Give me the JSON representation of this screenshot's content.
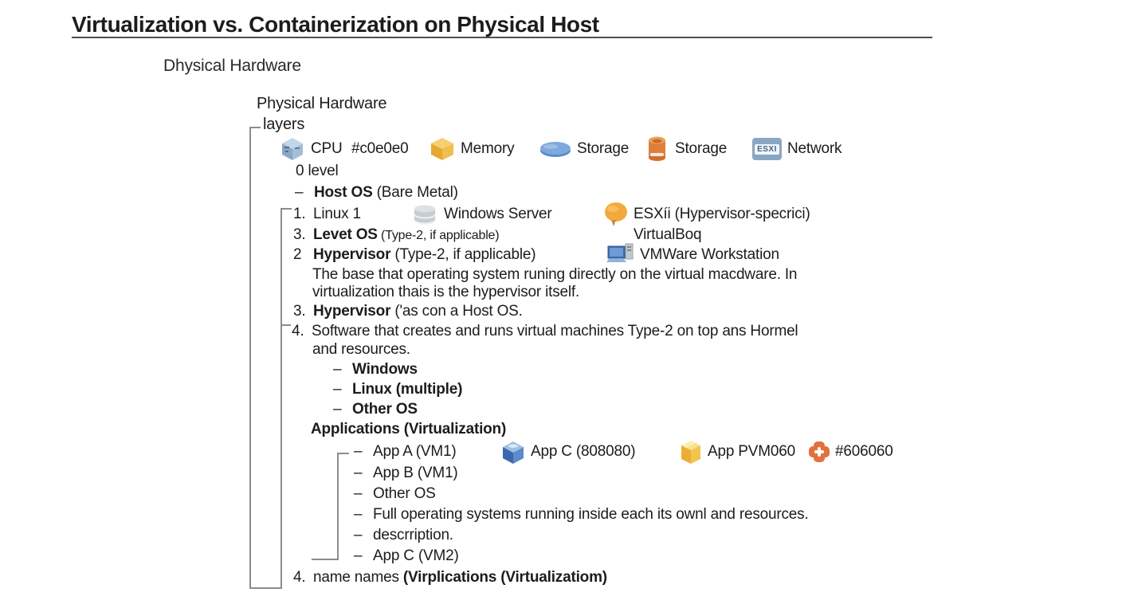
{
  "page": {
    "title": "Virtualization vs. Containerization on Physical Host",
    "subtitle": "Dhysical Hardware"
  },
  "diagram": {
    "header": {
      "line1": "Physical Hardware",
      "line2": "layers"
    },
    "hardware_row": {
      "cpu_label": "CPU",
      "cpu_hex": "#c0e0e0",
      "memory_label": "Memory",
      "storage1_label": "Storage",
      "storage2_label": "Storage",
      "esxi_badge": "ESXI",
      "network_label": "Network"
    },
    "level0": "0 level",
    "host_os": {
      "dash": "–",
      "bold": "Host OS",
      "rest": " (Bare Metal)"
    },
    "linux_row": {
      "num": "1.",
      "text": "Linux 1",
      "windows_server": "Windows Server",
      "esxi": "ESXíi (Hypervisor-specrici)"
    },
    "level_os_row": {
      "num": "3.",
      "bold": "Levet OS",
      "small": " (Type-2, if applicable)",
      "right": "VirtualBoq"
    },
    "hypervisor2_row": {
      "num": "2",
      "bold": "Hypervisor",
      "rest": " (Type-2, if applicable)",
      "right": "VMWare Workstation"
    },
    "paragraph": {
      "line1": "The base that operating system runing directly on the virtual macdware. In",
      "line2": "virtualization thais is the hypervisor itself."
    },
    "hypervisor3": {
      "num": "3.",
      "bold": "Hypervisor",
      "rest": " ('as con a Host OS."
    },
    "software": {
      "num": "4.",
      "line1": "Software that creates and runs virtual machines Type-2 on top ans Hormel",
      "line2": "and resources."
    },
    "os_list": [
      {
        "dash": "–",
        "label": "Windows"
      },
      {
        "dash": "–",
        "label": "Linux (multiple)"
      },
      {
        "dash": "–",
        "label": "Other OS"
      }
    ],
    "applications_heading": "Applications (Virtualization)",
    "app_row": {
      "dash": "–",
      "text": "App A (VM1)",
      "app_c": "App C (808080)",
      "app_pvm": "App PVM060",
      "hex": "#606060"
    },
    "app_list": [
      {
        "dash": "–",
        "label": "App B (VM1)"
      },
      {
        "dash": "–",
        "label": "Other OS"
      },
      {
        "dash": "–",
        "label": "Full operating systems running inside each its ownl and resources."
      },
      {
        "dash": "–",
        "label": "descrription."
      },
      {
        "dash": "–",
        "label": "App C (VM2)"
      }
    ],
    "footer_line": {
      "num": "4.",
      "text": "name names ",
      "bold": "(Virplications (Virtualizatiom)"
    }
  },
  "palette": {
    "cpu_cube": "#a3bed6",
    "memory_cube": "#f0bd4e",
    "storage_disk": "#7fa9dc",
    "storage_cylinder": "#dd7f3a",
    "network_badge": "#8ba6c2",
    "esxi_bubble": "#f4a93c",
    "vmware_blue": "#3f6fb0",
    "app_cube_blue": "#5e8ac9",
    "app_box_yellow": "#f3c44f",
    "plugin_orange": "#e2713c",
    "tree_line": "#8c8c8c"
  }
}
